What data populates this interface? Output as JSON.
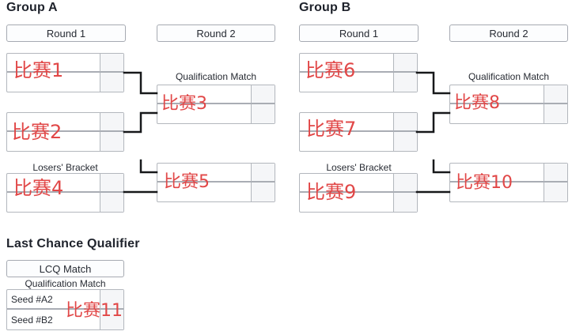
{
  "colors": {
    "annotation_red": "#e14747",
    "box_border": "#b3b7bd",
    "divider_gray": "#a9adb4",
    "score_cell_bg": "#f5f6f8",
    "connector_black": "#17181a",
    "heading_text": "#1e222b",
    "body_text": "#272b33"
  },
  "groups": [
    {
      "title": "Group A",
      "rounds": [
        "Round 1",
        "Round 2"
      ],
      "qualification_label": "Qualification Match",
      "losers_label": "Losers' Bracket",
      "matches": [
        {
          "label": "比赛1"
        },
        {
          "label": "比赛2"
        },
        {
          "label": "比赛3"
        },
        {
          "label": "比赛4"
        },
        {
          "label": "比赛5"
        }
      ]
    },
    {
      "title": "Group B",
      "rounds": [
        "Round 1",
        "Round 2"
      ],
      "qualification_label": "Qualification Match",
      "losers_label": "Losers' Bracket",
      "matches": [
        {
          "label": "比赛6"
        },
        {
          "label": "比赛7"
        },
        {
          "label": "比赛8"
        },
        {
          "label": "比赛9"
        },
        {
          "label": "比赛10"
        }
      ]
    }
  ],
  "last_chance": {
    "title": "Last Chance Qualifier",
    "header_label": "LCQ Match",
    "match_label": "Qualification Match",
    "seeds": [
      "Seed #A2",
      "Seed #B2"
    ],
    "match": {
      "label": "比赛11"
    }
  }
}
